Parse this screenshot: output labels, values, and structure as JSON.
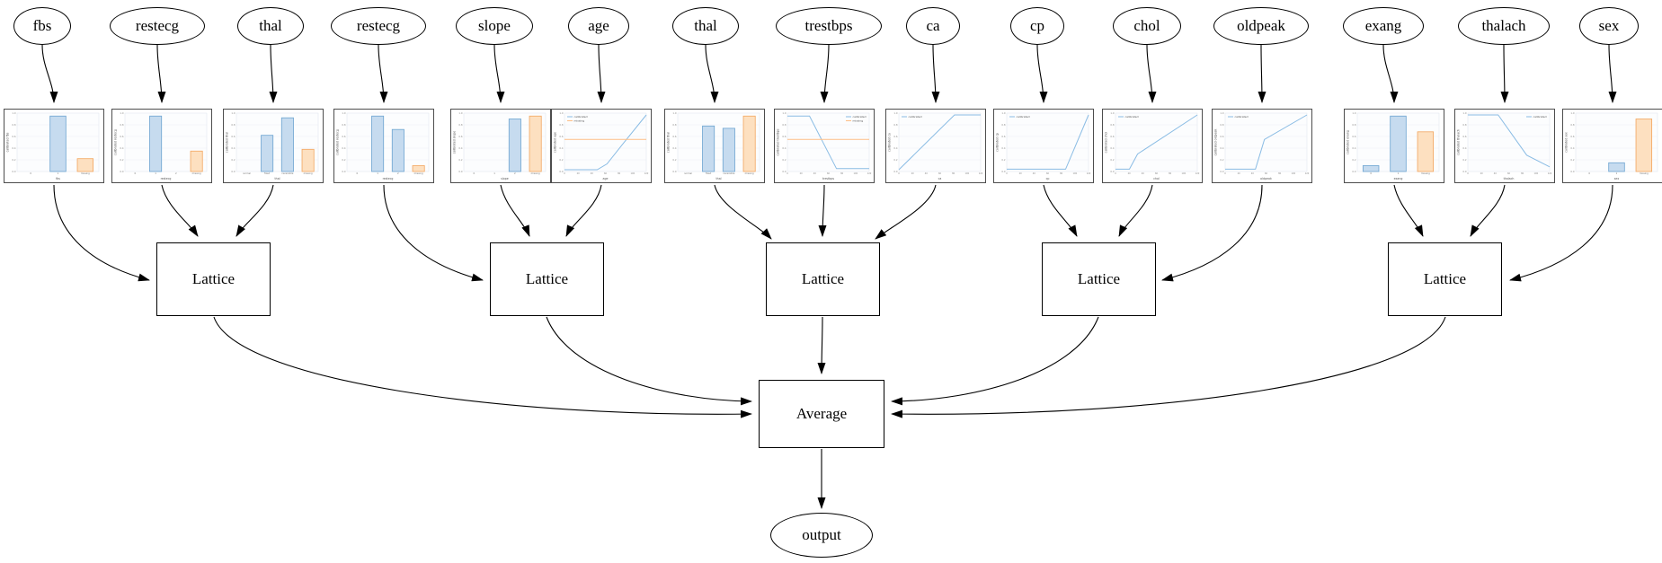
{
  "diagram": {
    "inputs": [
      {
        "label": "fbs"
      },
      {
        "label": "restecg"
      },
      {
        "label": "thal"
      },
      {
        "label": "restecg"
      },
      {
        "label": "slope"
      },
      {
        "label": "age"
      },
      {
        "label": "thal"
      },
      {
        "label": "trestbps"
      },
      {
        "label": "ca"
      },
      {
        "label": "cp"
      },
      {
        "label": "chol"
      },
      {
        "label": "oldpeak"
      },
      {
        "label": "exang"
      },
      {
        "label": "thalach"
      },
      {
        "label": "sex"
      }
    ],
    "lattices": [
      {
        "label": "Lattice"
      },
      {
        "label": "Lattice"
      },
      {
        "label": "Lattice"
      },
      {
        "label": "Lattice"
      },
      {
        "label": "Lattice"
      }
    ],
    "average_label": "Average",
    "output_label": "output"
  },
  "chart_data": [
    {
      "type": "bar",
      "feature": "fbs",
      "xlabel": "fbs",
      "ylabel": "calibrated fbs",
      "ylim": [
        0,
        1
      ],
      "categories": [
        "0",
        "1",
        "missing"
      ],
      "values": [
        0,
        0.95,
        0.22
      ],
      "bar_colors": [
        "blue",
        "blue",
        "orange"
      ]
    },
    {
      "type": "bar",
      "feature": "restecg",
      "xlabel": "restecg",
      "ylabel": "calibrated restecg",
      "ylim": [
        0,
        1
      ],
      "categories": [
        "0",
        "1",
        "2",
        "missing"
      ],
      "values": [
        0,
        0.95,
        0,
        0.35
      ],
      "bar_colors": [
        "blue",
        "blue",
        "blue",
        "orange"
      ]
    },
    {
      "type": "bar",
      "feature": "thal",
      "xlabel": "thal",
      "ylabel": "calibrated thal",
      "ylim": [
        0,
        1
      ],
      "categories": [
        "normal",
        "fixed",
        "reversible",
        "missing"
      ],
      "values": [
        0,
        0.62,
        0.92,
        0.38
      ],
      "bar_colors": [
        "blue",
        "blue",
        "blue",
        "orange"
      ]
    },
    {
      "type": "bar",
      "feature": "restecg",
      "xlabel": "restecg",
      "ylabel": "calibrated restecg",
      "ylim": [
        0,
        1
      ],
      "categories": [
        "0",
        "1",
        "2",
        "missing"
      ],
      "values": [
        0,
        0.95,
        0.72,
        0.1
      ],
      "bar_colors": [
        "blue",
        "blue",
        "blue",
        "orange"
      ]
    },
    {
      "type": "bar",
      "feature": "slope",
      "xlabel": "slope",
      "ylabel": "calibrated slope",
      "ylim": [
        0,
        1
      ],
      "categories": [
        "0",
        "1",
        "2",
        "missing"
      ],
      "values": [
        0,
        0,
        0.9,
        0.95
      ],
      "bar_colors": [
        "blue",
        "blue",
        "blue",
        "orange"
      ]
    },
    {
      "type": "line",
      "feature": "age",
      "xlabel": "age",
      "ylabel": "calibrated age",
      "ylim": [
        0,
        1
      ],
      "legend": [
        "calibrated",
        "missing"
      ],
      "legend_pos": "left",
      "series": [
        {
          "name": "calibrated",
          "color": "blue",
          "points": [
            [
              0,
              0.03
            ],
            [
              0.4,
              0.03
            ],
            [
              0.52,
              0.13
            ],
            [
              0.7,
              0.45
            ],
            [
              1,
              0.97
            ]
          ]
        },
        {
          "name": "missing",
          "color": "orange",
          "points": [
            [
              0,
              0.55
            ],
            [
              1,
              0.55
            ]
          ]
        }
      ]
    },
    {
      "type": "bar",
      "feature": "thal",
      "xlabel": "thal",
      "ylabel": "calibrated thal",
      "ylim": [
        0,
        1
      ],
      "categories": [
        "normal",
        "fixed",
        "reversible",
        "missing"
      ],
      "values": [
        0,
        0.78,
        0.74,
        0.95
      ],
      "bar_colors": [
        "blue",
        "blue",
        "blue",
        "orange"
      ]
    },
    {
      "type": "line",
      "feature": "trestbps",
      "xlabel": "trestbps",
      "ylabel": "calibrated trestbps",
      "ylim": [
        0,
        1
      ],
      "legend": [
        "calibrated",
        "missing"
      ],
      "legend_pos": "right",
      "series": [
        {
          "name": "calibrated",
          "color": "blue",
          "points": [
            [
              0,
              0.95
            ],
            [
              0.27,
              0.95
            ],
            [
              0.6,
              0.05
            ],
            [
              1,
              0.05
            ]
          ]
        },
        {
          "name": "missing",
          "color": "orange",
          "points": [
            [
              0,
              0.55
            ],
            [
              1,
              0.55
            ]
          ]
        }
      ]
    },
    {
      "type": "line",
      "feature": "ca",
      "xlabel": "ca",
      "ylabel": "calibrated ca",
      "ylim": [
        0,
        1
      ],
      "legend": [
        "calibrated"
      ],
      "legend_pos": "left",
      "series": [
        {
          "name": "calibrated",
          "color": "blue",
          "points": [
            [
              0,
              0.03
            ],
            [
              0.68,
              0.97
            ],
            [
              1,
              0.97
            ]
          ]
        }
      ]
    },
    {
      "type": "line",
      "feature": "cp",
      "xlabel": "cp",
      "ylabel": "calibrated cp",
      "ylim": [
        0,
        1
      ],
      "legend": [
        "calibrated"
      ],
      "legend_pos": "left",
      "series": [
        {
          "name": "calibrated",
          "color": "blue",
          "points": [
            [
              0,
              0.04
            ],
            [
              0.72,
              0.04
            ],
            [
              1,
              0.97
            ]
          ]
        }
      ]
    },
    {
      "type": "line",
      "feature": "chol",
      "xlabel": "chol",
      "ylabel": "calibrated chol",
      "ylim": [
        0,
        1
      ],
      "legend": [
        "calibrated"
      ],
      "legend_pos": "left",
      "series": [
        {
          "name": "calibrated",
          "color": "blue",
          "points": [
            [
              0,
              0.04
            ],
            [
              0.17,
              0.04
            ],
            [
              0.27,
              0.3
            ],
            [
              1,
              0.97
            ]
          ]
        }
      ]
    },
    {
      "type": "line",
      "feature": "oldpeak",
      "xlabel": "oldpeak",
      "ylabel": "calibrated oldpeak",
      "ylim": [
        0,
        1
      ],
      "legend": [
        "calibrated"
      ],
      "legend_pos": "left",
      "series": [
        {
          "name": "calibrated",
          "color": "blue",
          "points": [
            [
              0,
              0.04
            ],
            [
              0.37,
              0.04
            ],
            [
              0.48,
              0.55
            ],
            [
              1,
              0.97
            ]
          ]
        }
      ]
    },
    {
      "type": "bar",
      "feature": "exang",
      "xlabel": "exang",
      "ylabel": "calibrated exang",
      "ylim": [
        0,
        1
      ],
      "categories": [
        "0",
        "1",
        "missing"
      ],
      "values": [
        0.1,
        0.95,
        0.68
      ],
      "bar_colors": [
        "blue",
        "blue",
        "orange"
      ]
    },
    {
      "type": "line",
      "feature": "thalach",
      "xlabel": "thalach",
      "ylabel": "calibrated thalach",
      "ylim": [
        0,
        1
      ],
      "legend": [
        "calibrated"
      ],
      "legend_pos": "right",
      "series": [
        {
          "name": "calibrated",
          "color": "blue",
          "points": [
            [
              0,
              0.97
            ],
            [
              0.37,
              0.97
            ],
            [
              0.72,
              0.28
            ],
            [
              1,
              0.08
            ]
          ]
        }
      ]
    },
    {
      "type": "bar",
      "feature": "sex",
      "xlabel": "sex",
      "ylabel": "calibrated sex",
      "ylim": [
        0,
        1
      ],
      "categories": [
        "0",
        "1",
        "missing"
      ],
      "values": [
        0,
        0.15,
        0.9
      ],
      "bar_colors": [
        "blue",
        "blue",
        "orange"
      ]
    }
  ],
  "colors": {
    "bar_blue_fill": "#c6dbef",
    "bar_blue_edge": "#6ba3d0",
    "bar_orange_fill": "#fde0c0",
    "bar_orange_edge": "#f3a55e",
    "line_blue": "#8abce4",
    "line_orange": "#fdbe85",
    "grid": "#eaeef5",
    "edge_color": "#000000"
  }
}
